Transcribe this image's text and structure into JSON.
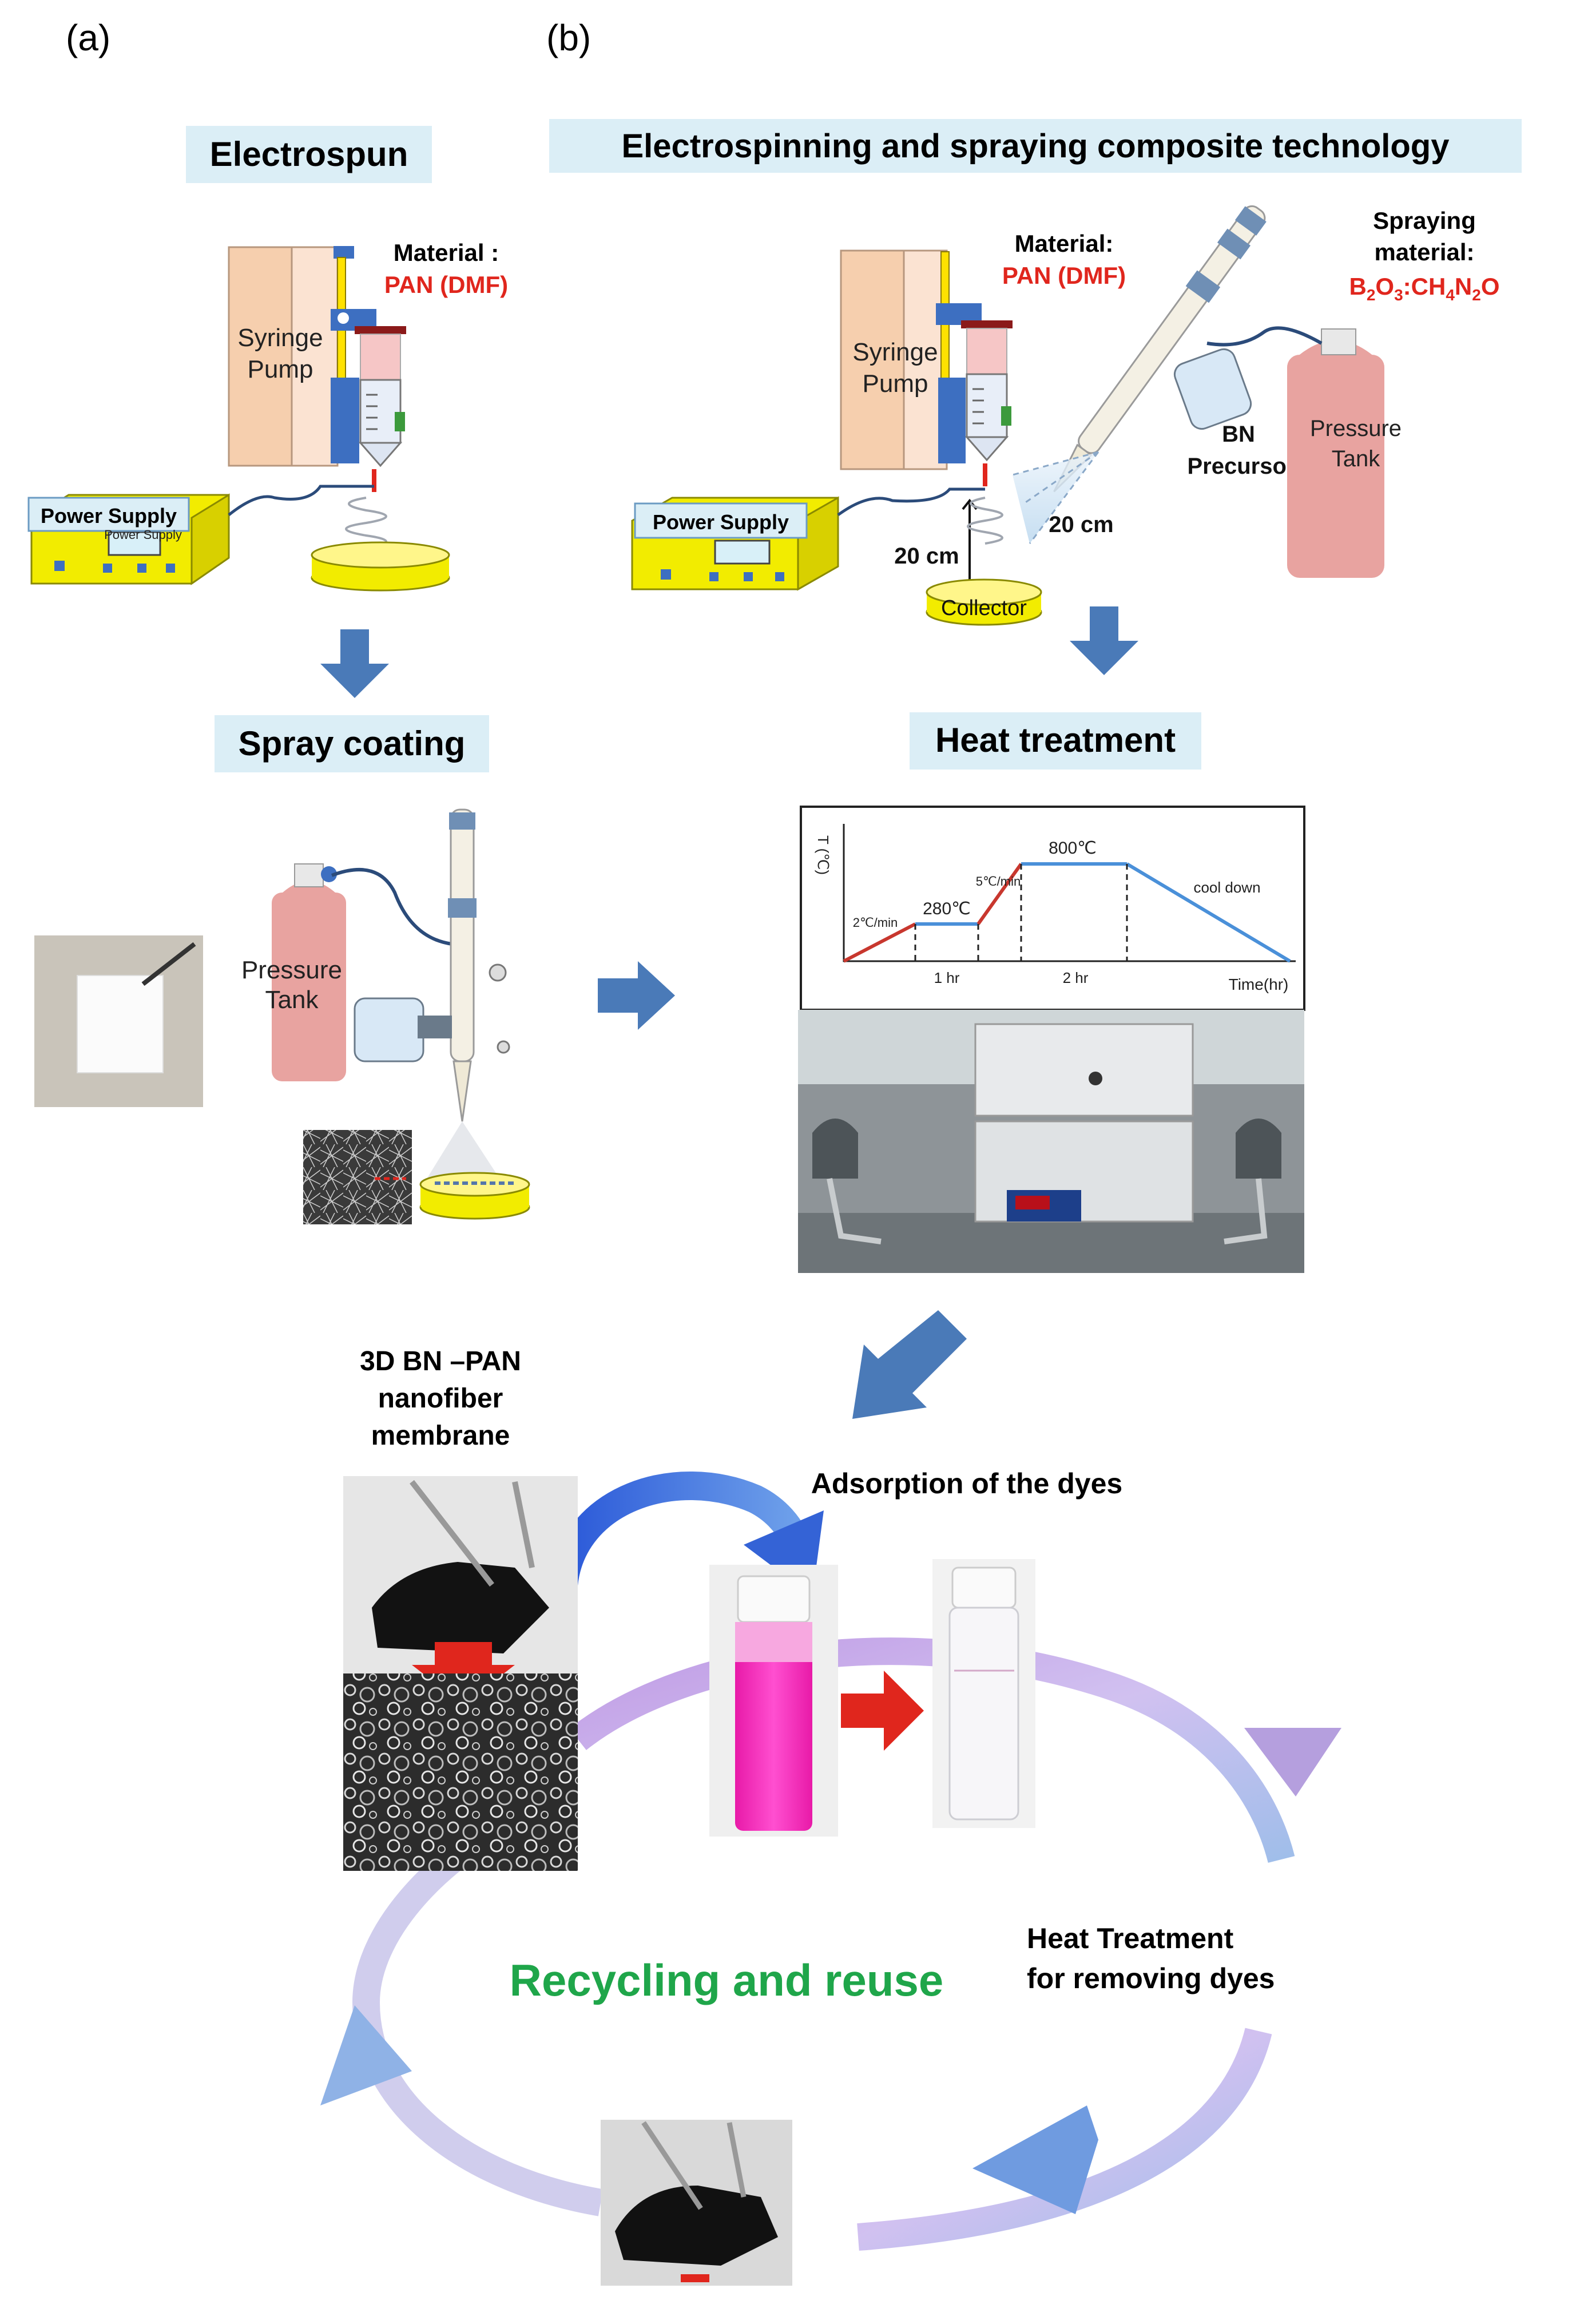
{
  "panel_labels": {
    "a": "(a)",
    "b": "(b)"
  },
  "panel_a": {
    "title": "Electrospun",
    "material_label": "Material :",
    "material_value": "PAN (DMF)",
    "syringe_pump_1": "Syringe",
    "syringe_pump_2": "Pump",
    "power_supply": "Power Supply",
    "power_supply_sublabel": "Power Supply",
    "spray_title": "Spray coating",
    "pressure_tank_1": "Pressure",
    "pressure_tank_2": "Tank"
  },
  "panel_b": {
    "title": "Electrospinning and spraying composite technology",
    "material_label": "Material:",
    "material_value": "PAN (DMF)",
    "syringe_pump_1": "Syringe",
    "syringe_pump_2": "Pump",
    "spraying_material_1": "Spraying",
    "spraying_material_2": "material:",
    "spraying_formula": {
      "p1": "B",
      "s1": "2",
      "p2": "O",
      "s2": "3",
      "p3": ":CH",
      "s3": "4",
      "p4": "N",
      "s4": "2",
      "p5": "O"
    },
    "bn_1": "BN",
    "bn_2": "Precursor",
    "pressure_tank_1": "Pressure",
    "pressure_tank_2": "Tank",
    "power_supply": "Power Supply",
    "distance_1": "20 cm",
    "distance_2": "20 cm",
    "collector": "Collector",
    "heat_title": "Heat treatment"
  },
  "heat_chart": {
    "y_axis": "T (℃)",
    "x_axis": "Time(hr)",
    "rate_1": "2℃/min",
    "hold_1": "280℃",
    "rate_2": "5℃/min",
    "hold_2": "800℃",
    "cool": "cool down",
    "dur_1": "1 hr",
    "dur_2": "2 hr"
  },
  "bottom": {
    "membrane_1": "3D BN –PAN",
    "membrane_2": "nanofiber",
    "membrane_3": "membrane",
    "adsorption": "Adsorption of the dyes",
    "heat_removal_1": "Heat Treatment",
    "heat_removal_2": "for  removing dyes",
    "recycle": "Recycling and reuse"
  },
  "colors": {
    "material_red": "#e0261d",
    "title_box": "#dbeef6",
    "arrow_blue": "#4a7ab8",
    "recycle_green": "#1fa64a",
    "dye_pink": "#f02ab8",
    "device_yellow": "#f2ec00",
    "tank_pink": "#e8a3a0"
  }
}
